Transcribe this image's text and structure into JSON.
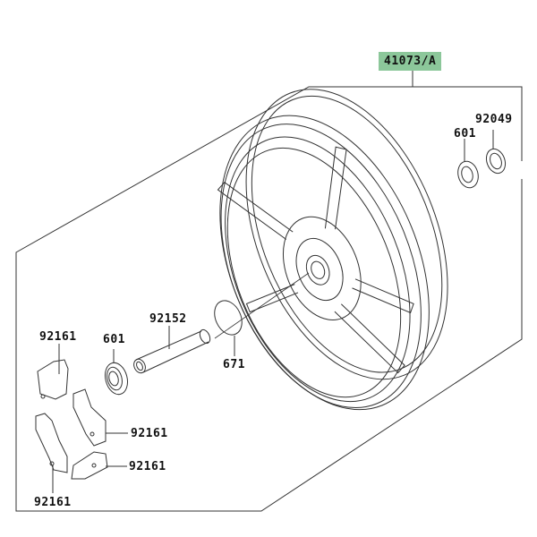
{
  "diagram": {
    "assembly_label": "41073/A",
    "assembly_color": "#8cc79a",
    "parts": [
      {
        "number": "92049",
        "item": "oil-seal"
      },
      {
        "number": "601",
        "item": "bearing-right"
      },
      {
        "number": "92152",
        "item": "collar"
      },
      {
        "number": "671",
        "item": "o-ring"
      },
      {
        "number": "601",
        "item": "bearing-left"
      },
      {
        "number": "92161",
        "item": "damper-top-left"
      },
      {
        "number": "92161",
        "item": "damper-right-upper"
      },
      {
        "number": "92161",
        "item": "damper-right-lower"
      },
      {
        "number": "92161",
        "item": "damper-bottom-left"
      }
    ]
  }
}
